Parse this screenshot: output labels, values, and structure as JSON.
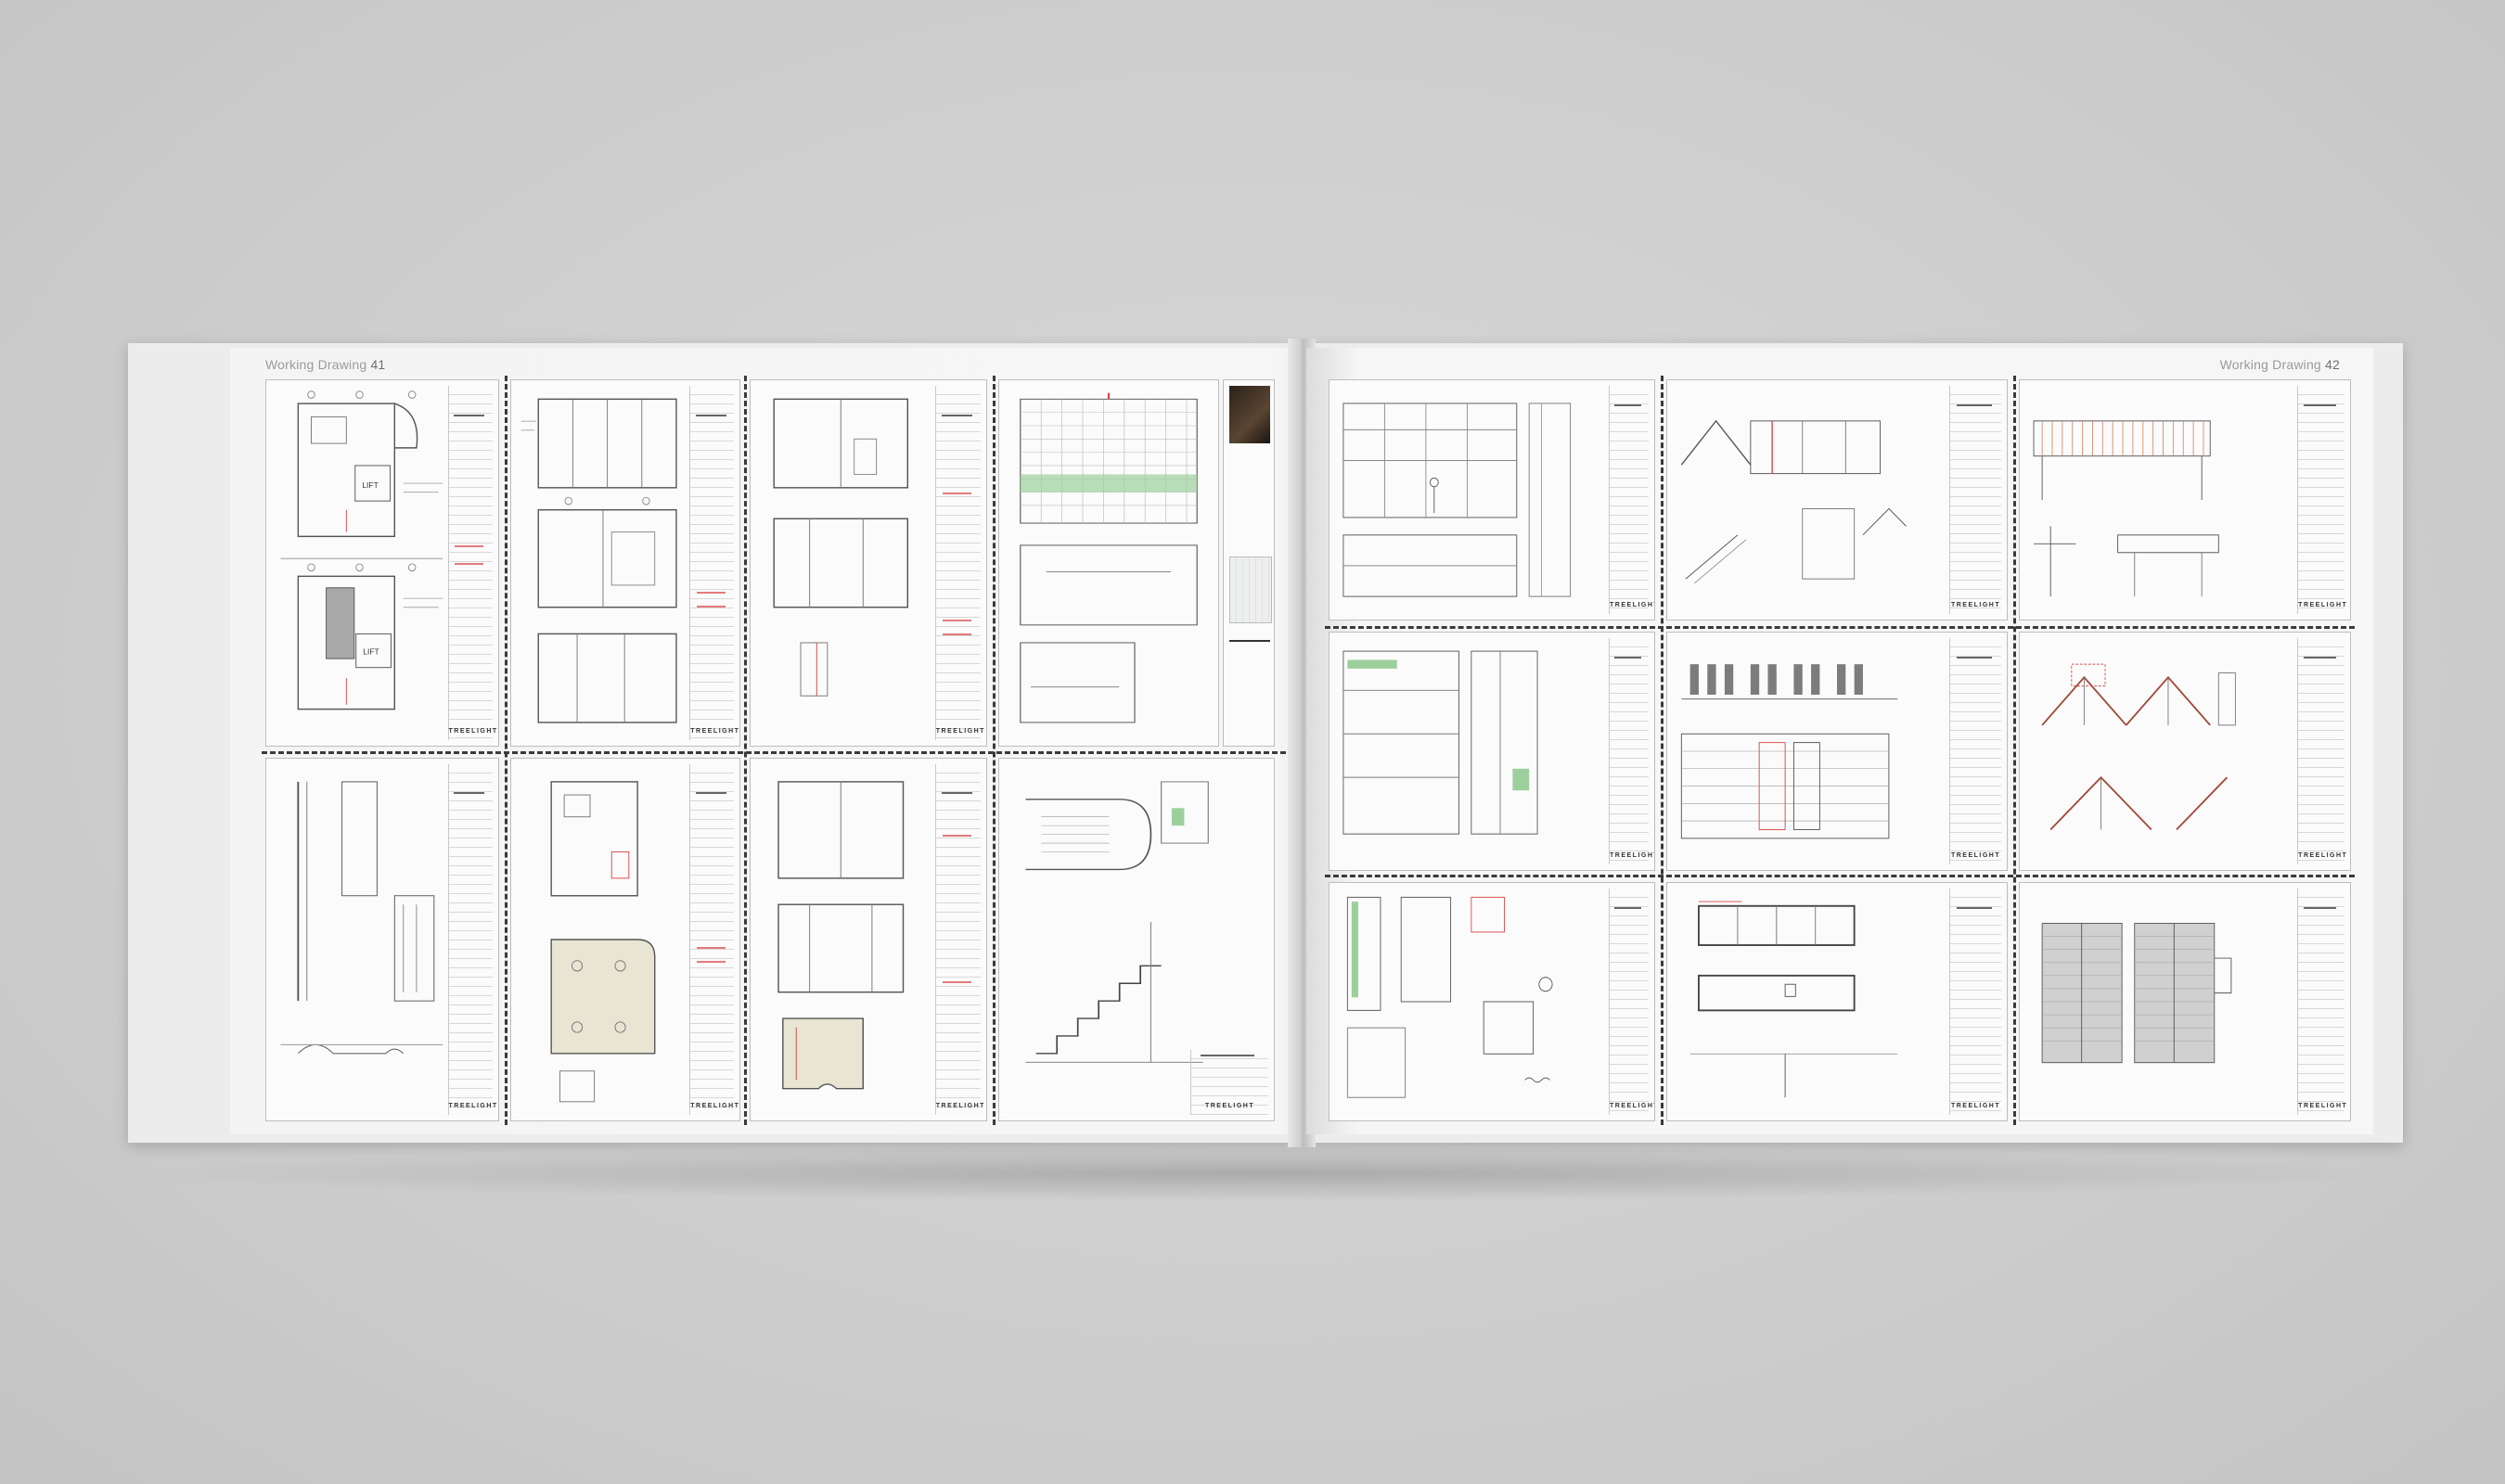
{
  "spread": {
    "left_page": {
      "heading": "Working Drawing",
      "number": "41"
    },
    "right_page": {
      "heading": "Working Drawing",
      "number": "42"
    }
  },
  "title_block": {
    "logo_text": "TREELIGHT"
  },
  "colors": {
    "background": "#cdcdcd",
    "page": "#f6f6f6",
    "line": "#555555",
    "accent_red": "#d94848",
    "highlight_green": "#9ccf9c"
  }
}
